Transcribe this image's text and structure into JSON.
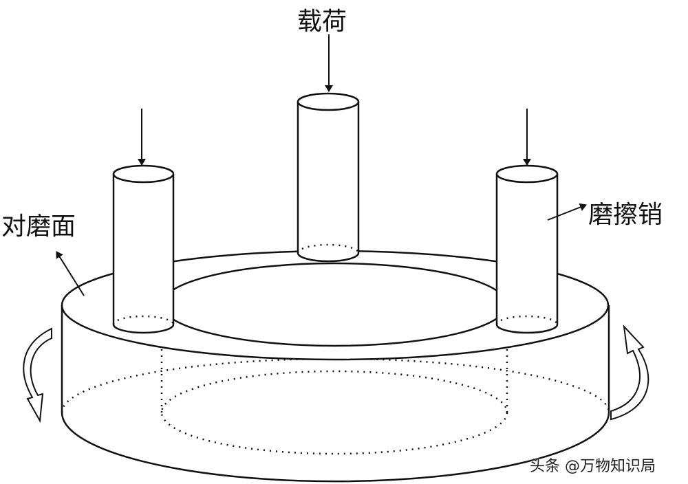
{
  "labels": {
    "load": "载荷",
    "counter_face": "对磨面",
    "wear_pin": "磨擦销"
  },
  "watermark": "头条 @万物知识局"
}
